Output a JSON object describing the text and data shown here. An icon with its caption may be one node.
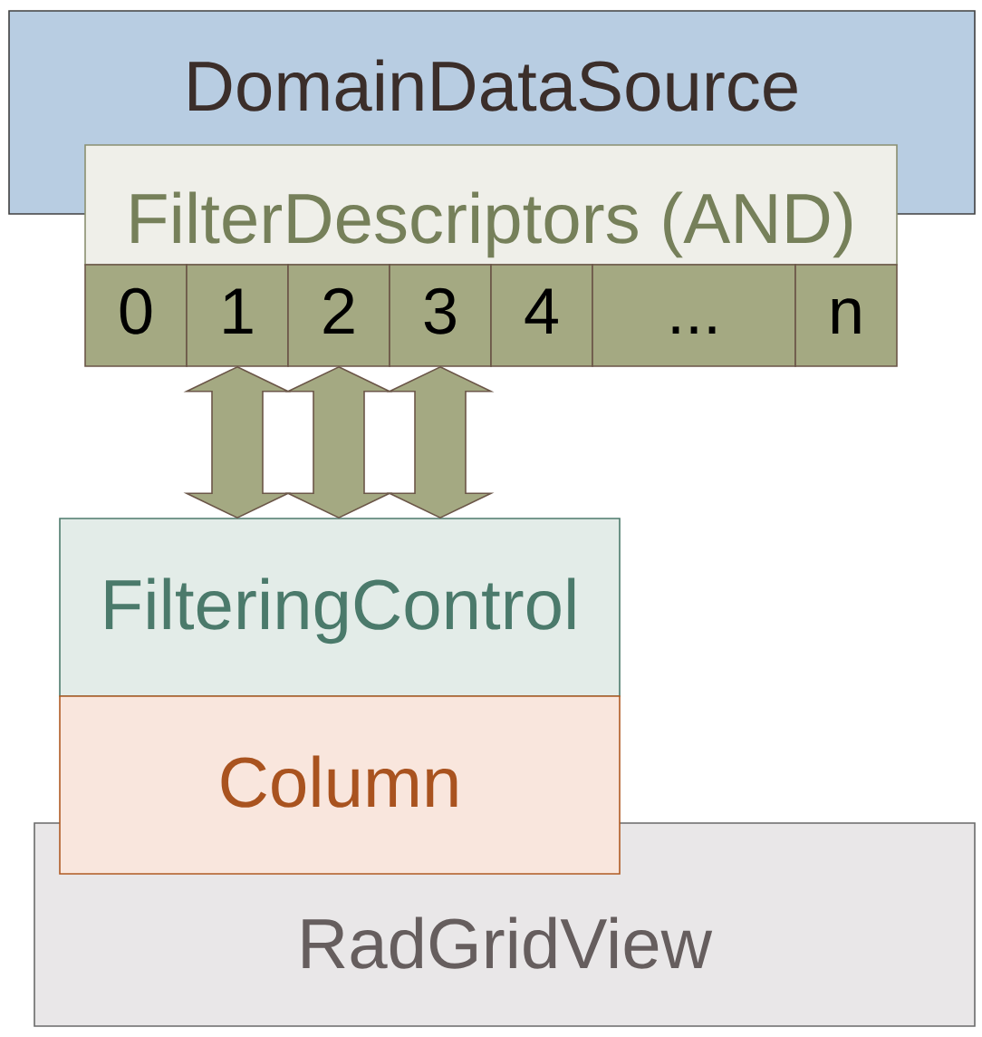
{
  "diagram": {
    "nodes": [
      {
        "text": [
          "DomainDataSource"
        ]
      },
      {
        "text": [
          "FilterDescriptors (AND)"
        ]
      },
      {
        "text": [
          "0"
        ]
      },
      {
        "text": [
          "1"
        ]
      },
      {
        "text": [
          "2"
        ]
      },
      {
        "text": [
          "3"
        ]
      },
      {
        "text": [
          "4"
        ]
      },
      {
        "text": [
          "..."
        ]
      },
      {
        "text": [
          "n"
        ]
      },
      {
        "text": [
          "FilteringControl"
        ]
      },
      {
        "text": [
          "Column"
        ]
      },
      {
        "text": [
          "RadGridView"
        ]
      }
    ],
    "edges": [
      {
        "from": 3,
        "to": 9,
        "arrow": "both"
      },
      {
        "from": 4,
        "to": 9,
        "arrow": "both"
      },
      {
        "from": 5,
        "to": 9,
        "arrow": "both"
      }
    ]
  }
}
